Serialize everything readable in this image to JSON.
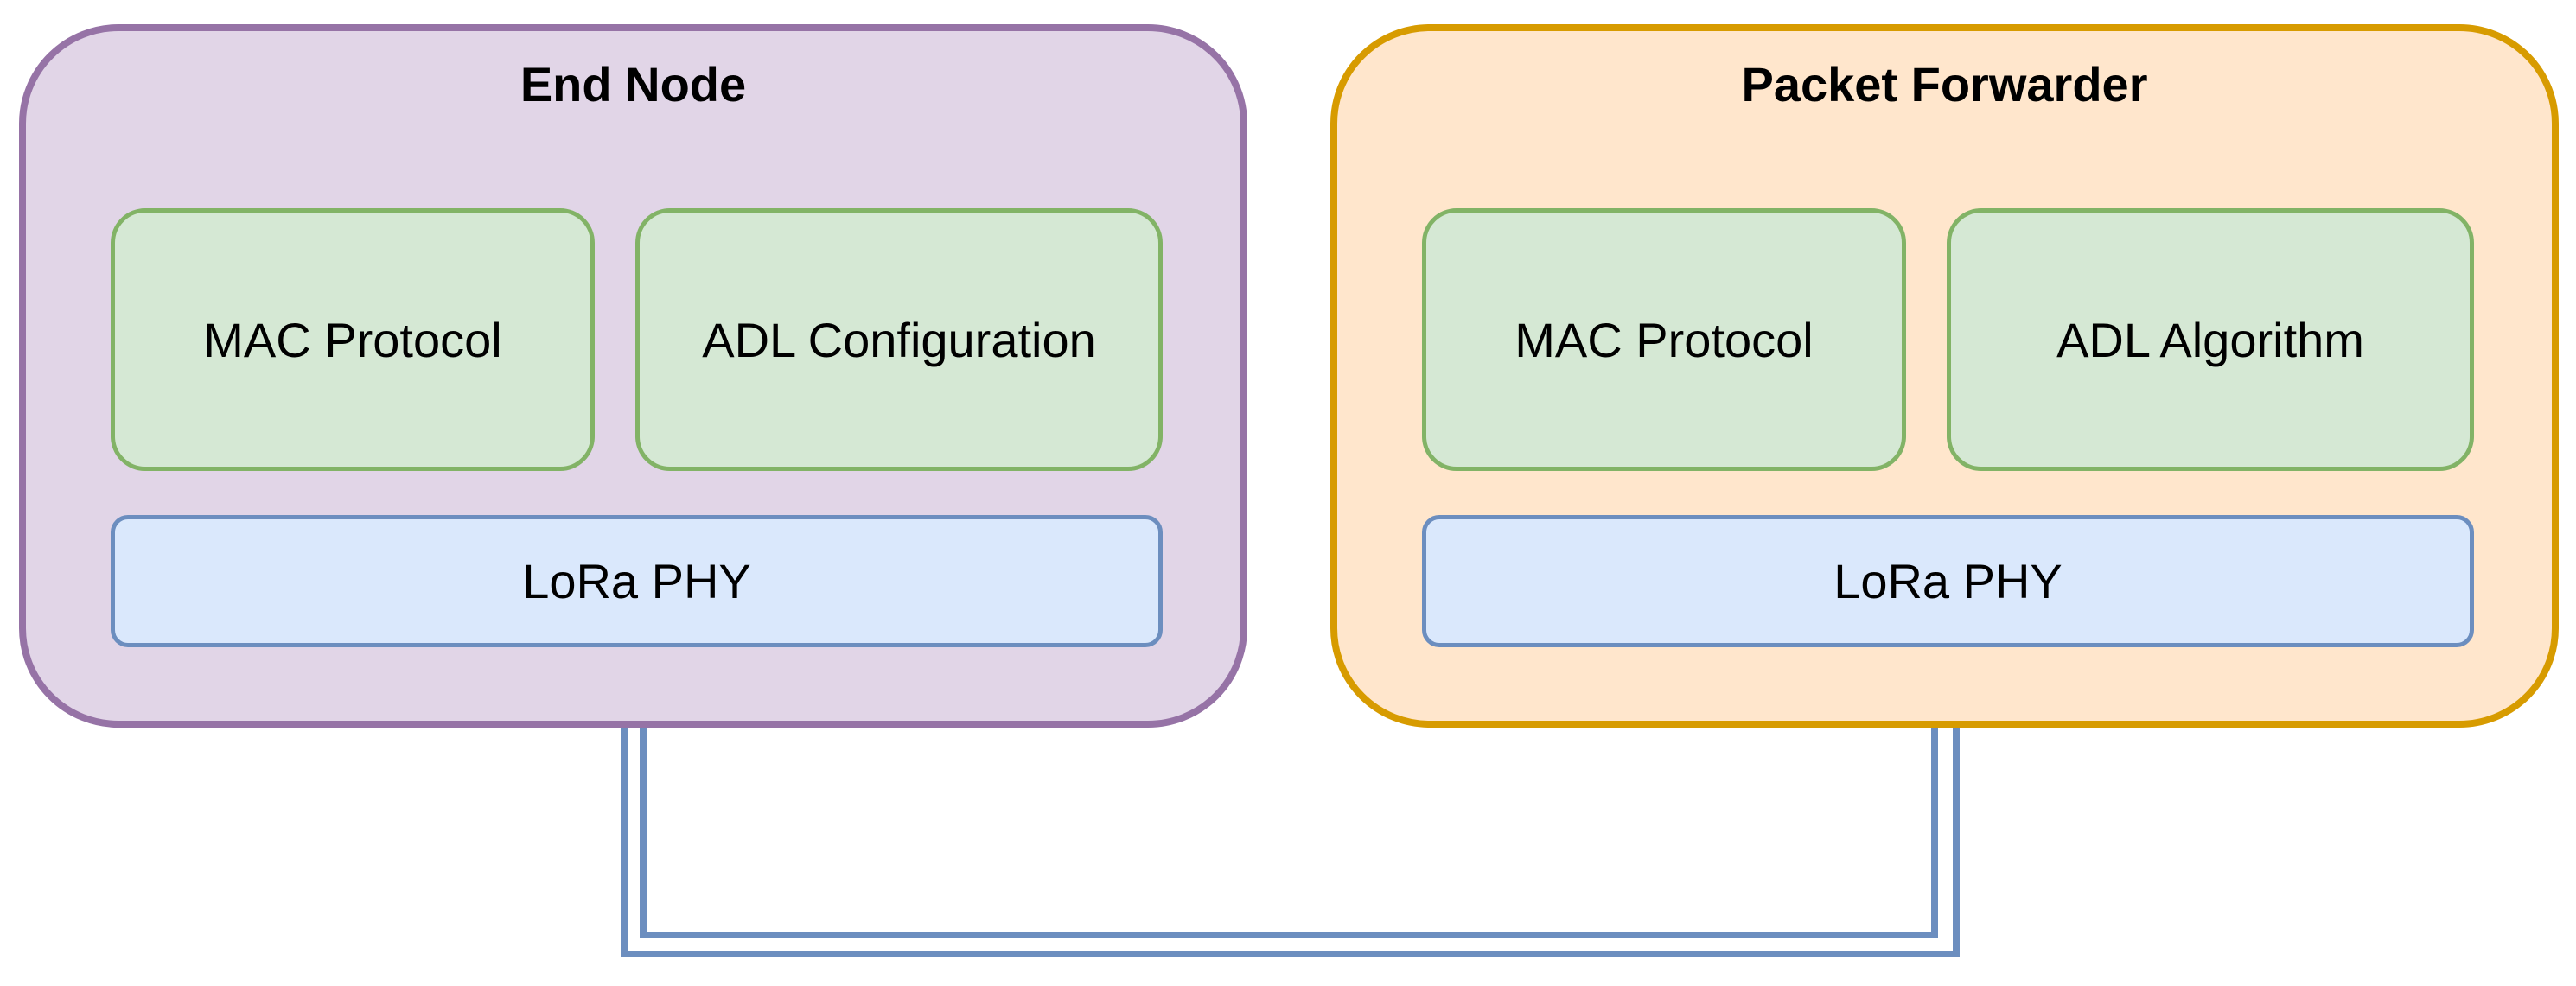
{
  "end_node": {
    "title": "End Node",
    "mac_label": "MAC Protocol",
    "adl_label": "ADL Configuration",
    "phy_label": "LoRa PHY"
  },
  "packet_forwarder": {
    "title": "Packet Forwarder",
    "mac_label": "MAC Protocol",
    "adl_label": "ADL Algorithm",
    "phy_label": "LoRa PHY"
  },
  "colors": {
    "end_node_fill": "#e1d5e7",
    "end_node_border": "#9673a6",
    "forwarder_fill": "#ffe6cc",
    "forwarder_border": "#d79b00",
    "module_fill": "#d5e8d4",
    "module_border": "#82b366",
    "phy_fill": "#dae8fc",
    "phy_border": "#6c8ebf",
    "link": "#6c8ebf"
  }
}
